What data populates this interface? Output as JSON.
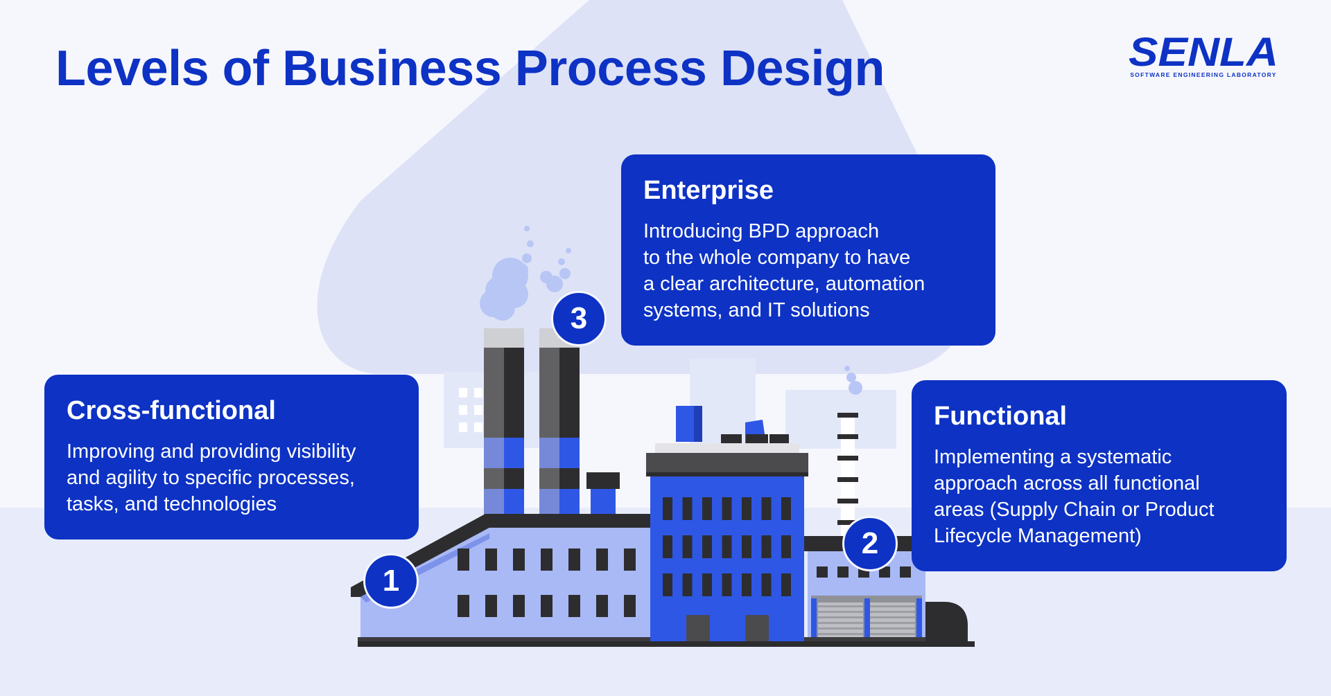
{
  "header": {
    "title": "Levels of Business Process Design"
  },
  "logo": {
    "wordmark": "SENLA",
    "tagline": "SOFTWARE ENGINEERING LABORATORY"
  },
  "levels": [
    {
      "number": "1",
      "title": "Cross-functional",
      "lines": [
        "Improving and providing visibility",
        "and agility to specific processes,",
        "tasks, and technologies"
      ]
    },
    {
      "number": "2",
      "title": "Functional",
      "lines": [
        "Implementing a systematic",
        "approach across all functional",
        "areas (Supply Chain or Product",
        "Lifecycle Management)"
      ]
    },
    {
      "number": "3",
      "title": "Enterprise",
      "lines": [
        "Introducing BPD approach",
        "to the whole company to have",
        "a clear architecture, automation",
        "systems, and IT solutions"
      ]
    }
  ],
  "colors": {
    "brand_blue": "#0d32c4",
    "building_blue": "#2f57e6",
    "light_blue": "#a9b9f6",
    "dark": "#2d2d2f",
    "background": "#f6f7fd",
    "backdrop": "#dee3f6"
  },
  "illustration": {
    "subject": "factory-illustration"
  }
}
